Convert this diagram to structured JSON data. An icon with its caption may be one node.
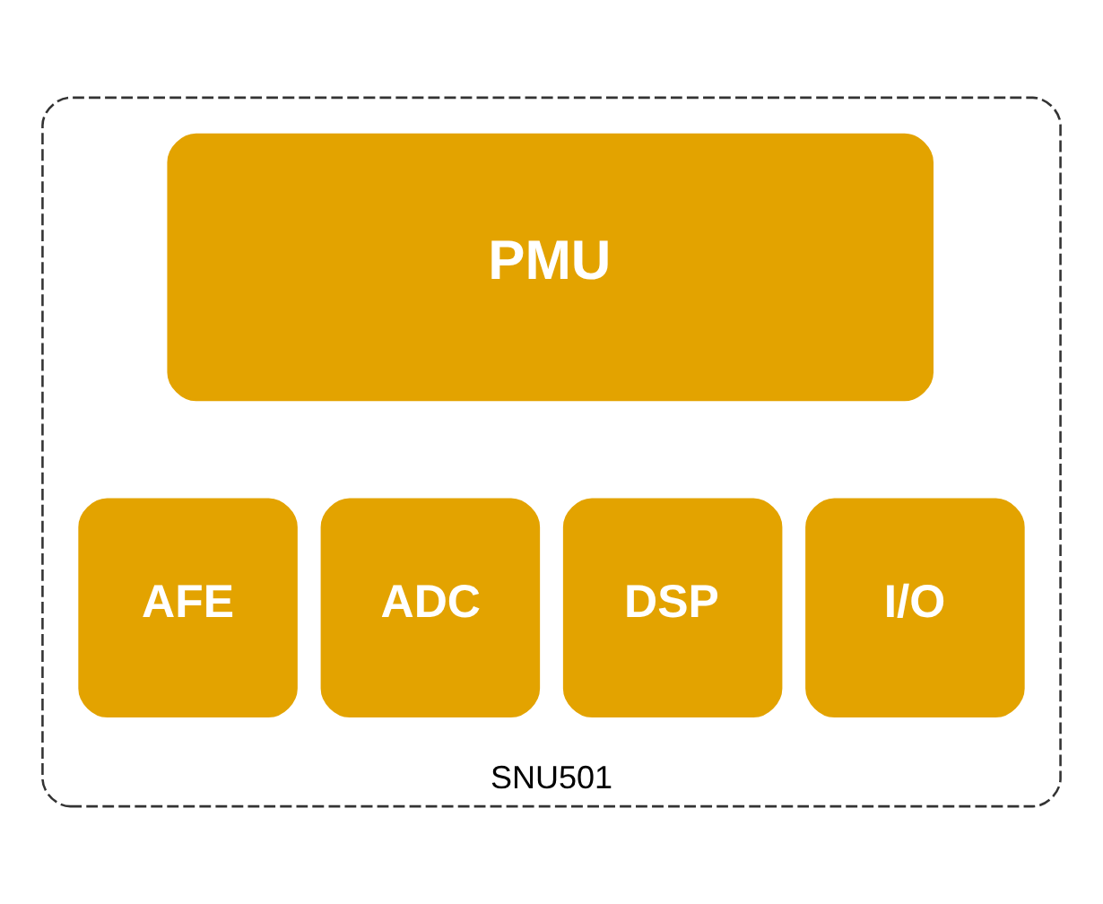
{
  "diagram": {
    "nodes": [
      {
        "text": [
          "SNU501"
        ]
      },
      {
        "text": [
          "PMU"
        ],
        "in": 0
      },
      {
        "text": [
          "AFE"
        ],
        "in": 0
      },
      {
        "text": [
          "ADC"
        ],
        "in": 0
      },
      {
        "text": [
          "DSP"
        ],
        "in": 0
      },
      {
        "text": [
          "I/O"
        ],
        "in": 0
      }
    ],
    "edges": []
  }
}
